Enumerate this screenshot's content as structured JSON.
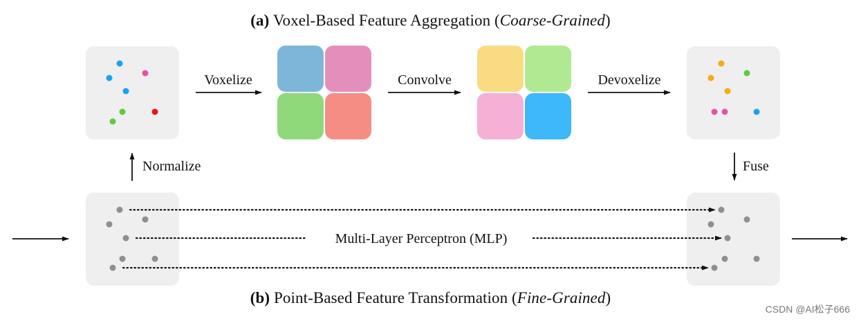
{
  "title_top": {
    "label": "(a)",
    "text": "Voxel-Based Feature Aggregation (",
    "italic": "Coarse-Grained",
    "close": ")"
  },
  "title_bottom": {
    "label": "(b)",
    "text": "Point-Based Feature Transformation (",
    "italic": "Fine-Grained",
    "close": ")"
  },
  "steps": {
    "voxelize": "Voxelize",
    "convolve": "Convolve",
    "devoxelize": "Devoxelize",
    "normalize": "Normalize",
    "fuse": "Fuse",
    "mlp": "Multi-Layer Perceptron (MLP)"
  },
  "colors": {
    "panel": "#efefef",
    "voxels_in": [
      "#7eb6da",
      "#e48fbb",
      "#8fd97b",
      "#f58d85"
    ],
    "voxels_out": [
      "#f9dc82",
      "#b0e991",
      "#f4b0d5",
      "#3cb8fb"
    ],
    "blue": "#19a3ee",
    "pink": "#e553a6",
    "green": "#5ccc3c",
    "red": "#e1191a",
    "orange": "#f2ae12",
    "gray": "#8f8f8f"
  },
  "watermark": "CSDN @AI松子666"
}
